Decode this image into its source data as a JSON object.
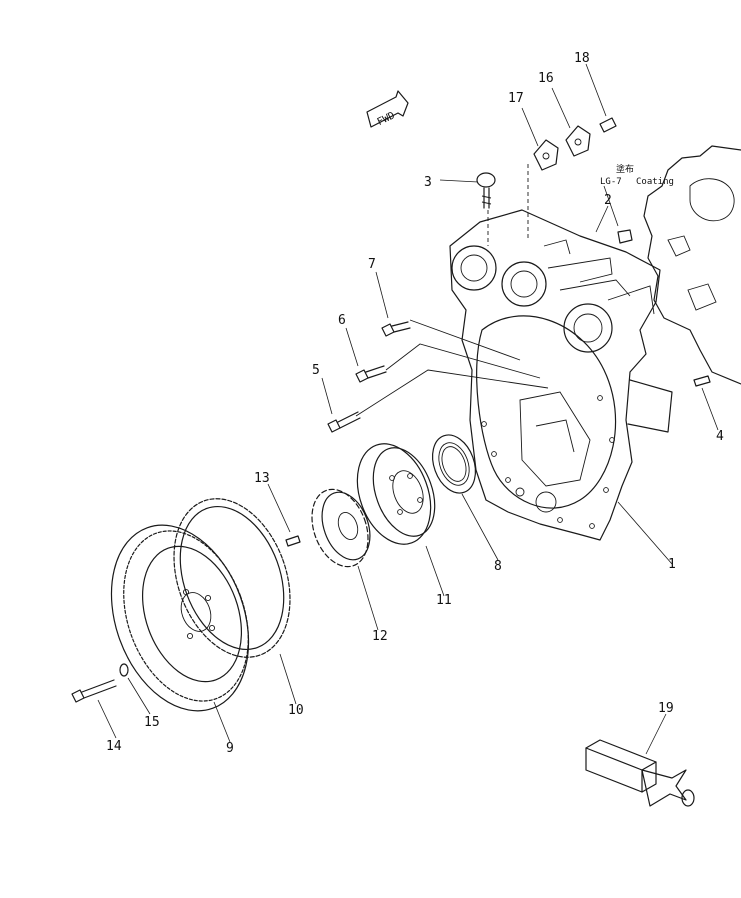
{
  "callouts": [
    {
      "id": "1",
      "label": "1"
    },
    {
      "id": "2",
      "label": "2"
    },
    {
      "id": "3",
      "label": "3"
    },
    {
      "id": "4",
      "label": "4"
    },
    {
      "id": "5",
      "label": "5"
    },
    {
      "id": "6",
      "label": "6"
    },
    {
      "id": "7",
      "label": "7"
    },
    {
      "id": "8",
      "label": "8"
    },
    {
      "id": "9",
      "label": "9"
    },
    {
      "id": "10",
      "label": "10"
    },
    {
      "id": "11",
      "label": "11"
    },
    {
      "id": "12",
      "label": "12"
    },
    {
      "id": "13",
      "label": "13"
    },
    {
      "id": "14",
      "label": "14"
    },
    {
      "id": "15",
      "label": "15"
    },
    {
      "id": "16",
      "label": "16"
    },
    {
      "id": "17",
      "label": "17"
    },
    {
      "id": "18",
      "label": "18"
    },
    {
      "id": "19",
      "label": "19"
    }
  ],
  "notes": {
    "coating_kanji": "塗布",
    "lg7": "LG-7",
    "coating": "Coating"
  },
  "fwd_arrow": {
    "label": "FWD"
  }
}
